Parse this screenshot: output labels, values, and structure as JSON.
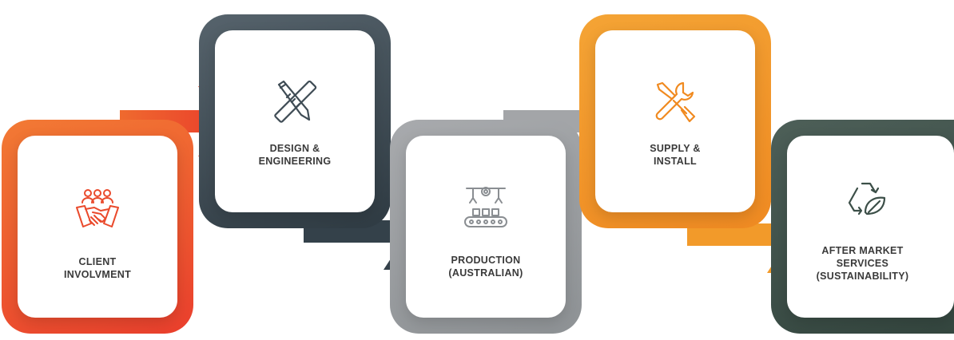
{
  "steps": [
    {
      "icon": "handshake-team-icon",
      "lines": [
        "CLIENT",
        "INVOLVMENT"
      ],
      "color": "#ee5a2d"
    },
    {
      "icon": "design-tools-icon",
      "lines": [
        "DESIGN &",
        "ENGINEERING"
      ],
      "color": "#3f4c55"
    },
    {
      "icon": "production-line-icon",
      "lines": [
        "PRODUCTION",
        "(AUSTRALIAN)"
      ],
      "color": "#9a9ea2"
    },
    {
      "icon": "wrench-screwdriver-icon",
      "lines": [
        "SUPPLY &",
        "INSTALL"
      ],
      "color": "#f39a2b"
    },
    {
      "icon": "recycle-leaf-icon",
      "lines": [
        "AFTER MARKET",
        "SERVICES",
        "(SUSTAINABILITY)"
      ],
      "color": "#3c4f48"
    }
  ],
  "colors": {
    "orange_red": "#ee5a2d",
    "red": "#ea3b2c",
    "dark_slate": "#3f4c55",
    "grey": "#9a9ea2",
    "orange": "#f39a2b",
    "dark_green": "#3c4f48"
  }
}
